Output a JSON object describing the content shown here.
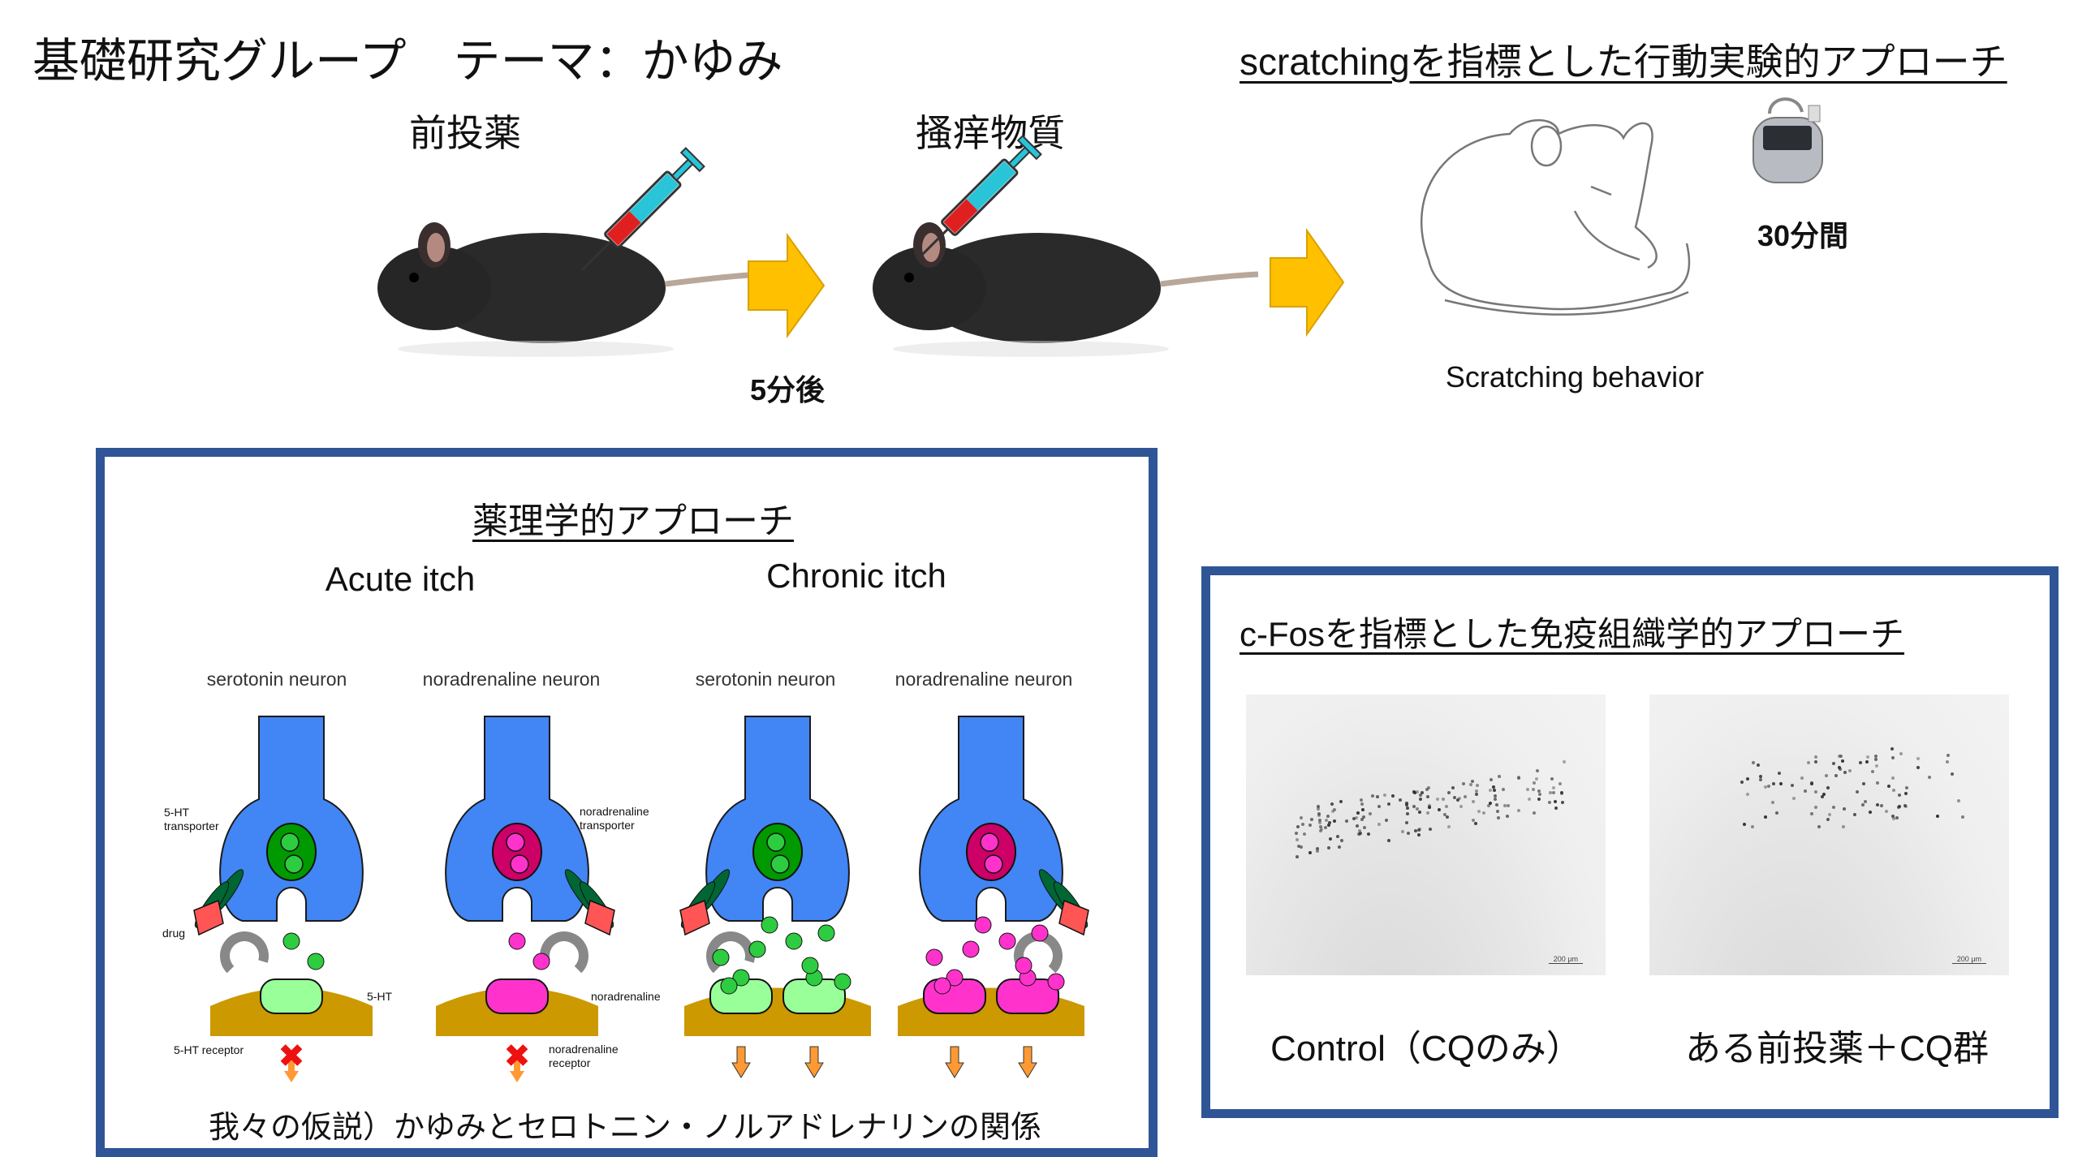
{
  "header": {
    "title": "基礎研究グループ　テーマ：かゆみ",
    "behavior_title": "scratchingを指標とした行動実験的アプローチ"
  },
  "protocol": {
    "pretreatment_label": "前投薬",
    "pruritogen_label": "搔痒物質",
    "interval_label": "5分後",
    "duration_label": "30分間",
    "behavior_caption": "Scratching behavior"
  },
  "pharmacology": {
    "title": "薬理学的アプローチ",
    "acute_label": "Acute itch",
    "chronic_label": "Chronic itch",
    "neurons": [
      "serotonin neuron",
      "noradrenaline neuron",
      "serotonin neuron",
      "noradrenaline neuron"
    ],
    "annotations": {
      "ht_transporter": "5-HT transporter",
      "drug": "drug",
      "ht": "5-HT",
      "ht_receptor": "5-HT receptor",
      "na_transporter": "noradrenaline transporter",
      "noradrenaline": "noradrenaline",
      "na_receptor": "noradrenaline receptor"
    },
    "hypothesis": "我々の仮説）かゆみとセロトニン・ノルアドレナリンの関係",
    "colors": {
      "neuron": "#4285f4",
      "serotonin": "#2ecc40",
      "noradrenaline": "#ff33cc",
      "postsynaptic": "#cc9900",
      "drug": "#ff5555"
    }
  },
  "histology": {
    "title": "c-Fosを指標とした免疫組織学的アプローチ",
    "scale_bar": "200 μm",
    "panels": [
      {
        "caption": "Control（CQのみ）"
      },
      {
        "caption": "ある前投薬＋CQ群"
      }
    ]
  },
  "colors": {
    "frame": "#2f5597",
    "arrow": "#ffc000"
  }
}
